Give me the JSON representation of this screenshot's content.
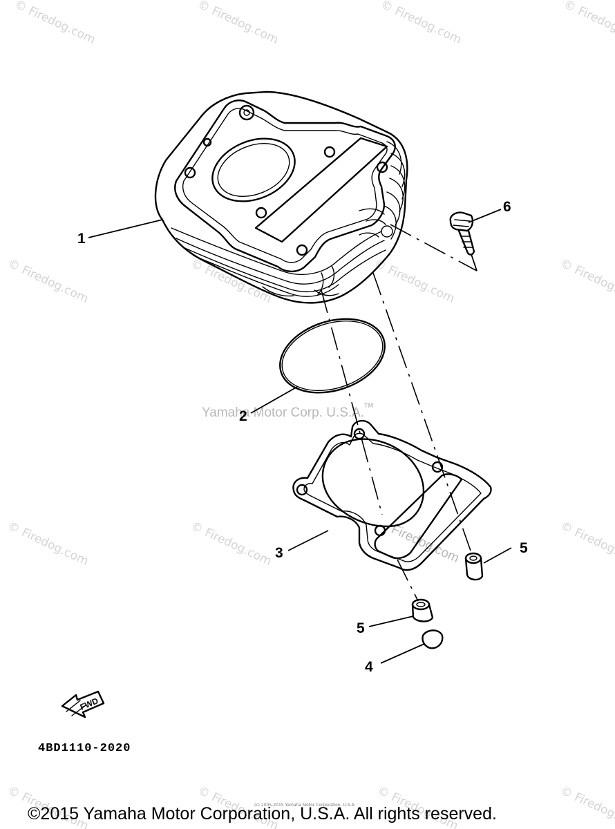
{
  "diagram": {
    "part_code": "4BD1110-2020",
    "fwd_label": "FWD",
    "callouts": {
      "c1": "1",
      "c2": "2",
      "c3": "3",
      "c4": "4",
      "c5a": "5",
      "c5b": "5",
      "c6": "6"
    }
  },
  "watermarks": {
    "center": "Yamaha Motor Corp. U.S.A.",
    "tm": "TM",
    "firedog": "© Firedog.com",
    "firedog_small": "Firedog.com"
  },
  "footer": {
    "copyright": "©2015 Yamaha Motor Corporation, U.S.A. All rights reserved.",
    "fine_print": "(c) 2005-2015 Yamaha Motor Corporation, U.S.A."
  }
}
